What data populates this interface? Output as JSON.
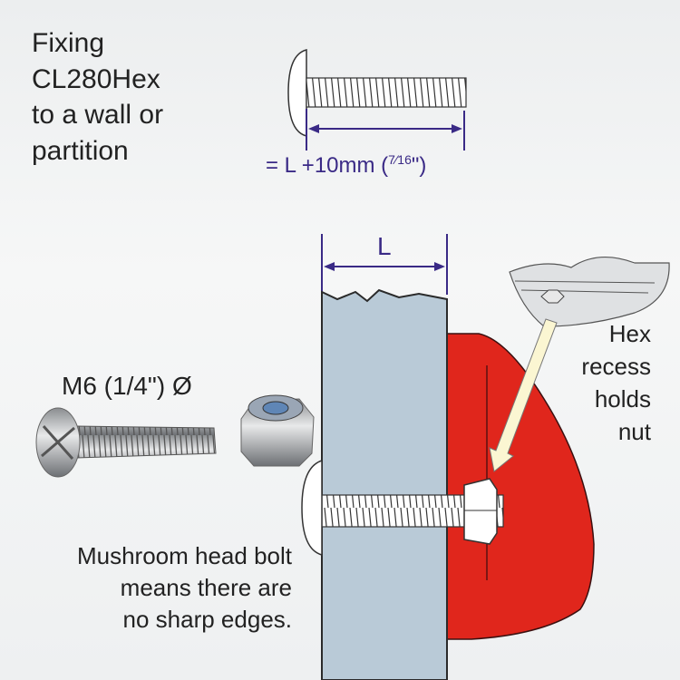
{
  "title_lines": [
    "Fixing",
    "CL280Hex",
    "to a wall or",
    "partition"
  ],
  "formula": {
    "prefix": "= L +10mm (",
    "fraction": "7⁄16",
    "unit": "\")"
  },
  "dimension_label": "L",
  "bolt_size": "M6 (1/4\") Ø",
  "mushroom_note": [
    "Mushroom head bolt",
    "means there are",
    "no sharp edges."
  ],
  "hex_note": [
    "Hex",
    "recess",
    "holds",
    "nut"
  ],
  "colors": {
    "accent": "#3a2a86",
    "bracket": "#e0261c",
    "wall": "#b9cad7",
    "arrow": "#fbf6d2"
  }
}
